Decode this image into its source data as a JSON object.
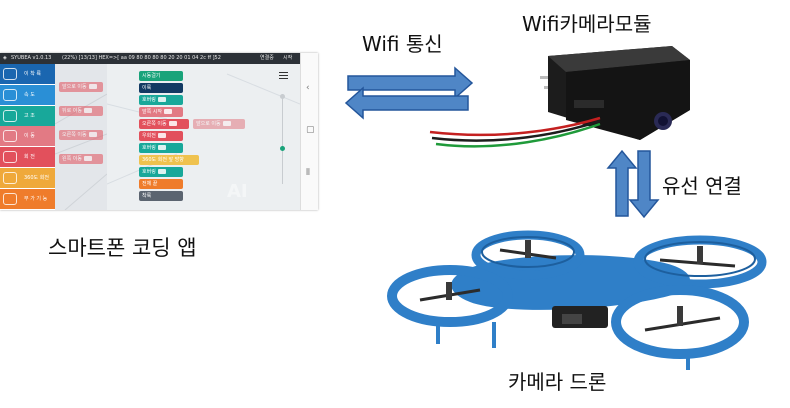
{
  "labels": {
    "wifi_comm": "Wifi 통신",
    "wifi_camera_module": "Wifi카메라모듈",
    "wired_connection": "유선 연결",
    "smartphone_app": "스마트폰 코딩 앱",
    "camera_drone": "카메라 드론"
  },
  "colors": {
    "arrow_fill": "#4f86c6",
    "arrow_stroke": "#24569b",
    "drone_blue": "#2f7fc8",
    "module_body": "#1c1c1c"
  },
  "phone_app": {
    "title": "SYUBEA v1.0.13",
    "status": "(22%)  [13/13]  HEX=>[ aa 09 80 80 80 80 20 20 01 04 2c ff ]52",
    "connect_button": "연결중",
    "start_button": "시작",
    "menu_icon": "hamburger-icon",
    "sidebar": [
      {
        "label": "이 착 륙",
        "color": "#1a66b0",
        "icon": "drone-icon"
      },
      {
        "label": "속 도",
        "color": "#2a8fd6",
        "icon": "gauge-icon"
      },
      {
        "label": "고 조",
        "color": "#18a89a",
        "icon": "altitude-icon"
      },
      {
        "label": "이 동",
        "color": "#e27a84",
        "icon": "move-icon"
      },
      {
        "label": "회 전",
        "color": "#e2505c",
        "icon": "rotate-icon"
      },
      {
        "label": "360도 회전",
        "color": "#efa93b",
        "icon": "spin-icon"
      },
      {
        "label": "부 가 기 능",
        "color": "#ef7c2b",
        "icon": "tools-icon"
      }
    ],
    "palette_blocks": [
      "앞으로 이동",
      "뒤로 이동",
      "오른쪽 이동",
      "왼쪽 이동"
    ],
    "workspace_blocks": [
      "시동걸기",
      "이륙",
      "호버링",
      "앞쪽 시작",
      "오른쪽 이동",
      "앞으로 이동",
      "우회전",
      "호버링",
      "360도 회전 앞 방향",
      "호버링",
      "전체 끝",
      "착륙"
    ],
    "ghost_text": "AI"
  }
}
